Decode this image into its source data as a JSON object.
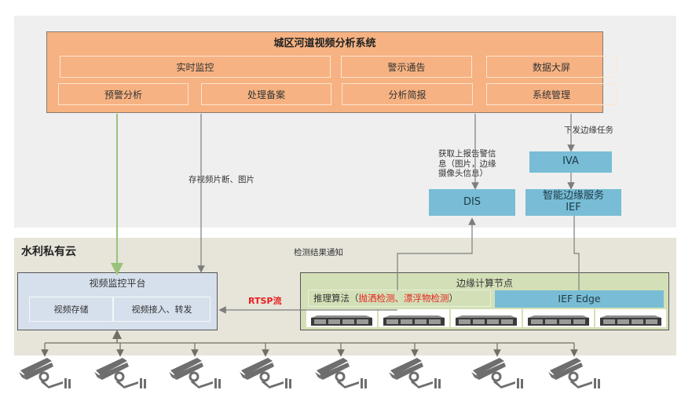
{
  "system": {
    "title": "城区河道视频分析系统",
    "modules": {
      "realtime_monitor": "实时监控",
      "alert_notice": "警示通告",
      "data_screen": "数据大屏",
      "warning_analysis": "预警分析",
      "handling_record": "处理备案",
      "analysis_brief": "分析简报",
      "system_mgmt": "系统管理"
    }
  },
  "services": {
    "iva": "IVA",
    "dis": "DIS",
    "ief": "智能边缘服务\nIEF"
  },
  "flows": {
    "dispatch_edge_task": "下发边缘任务",
    "fetch_alert_info": "获取上报告警信\n息（图片，边缘\n摄像头信息）",
    "store_clips": "存视频片断、图片",
    "detection_notice": "检测结果通知",
    "rtsp": "RTSP流"
  },
  "private_cloud": {
    "title": "水利私有云",
    "video_platform": {
      "title": "视频监控平台",
      "storage": "视频存储",
      "access": "视频接入、转发"
    },
    "edge_node": {
      "title": "边缘计算节点",
      "inference_prefix": "推理算法（",
      "inference_algos": "抛洒检测、漂浮物检测",
      "inference_suffix": "）",
      "ief_edge": "IEF Edge",
      "server_count": 5
    }
  },
  "cameras": {
    "count": 8,
    "icon": "cctv-camera-icon"
  },
  "colors": {
    "system_orange": "#f6b282",
    "service_blue": "#78bdd5",
    "platform_blue": "#d6e0ec",
    "edge_green": "#d3e0b7",
    "highlight_red": "#e8201e",
    "arrow_gray": "#7d7d7d",
    "arrow_green": "#9bc27a"
  }
}
